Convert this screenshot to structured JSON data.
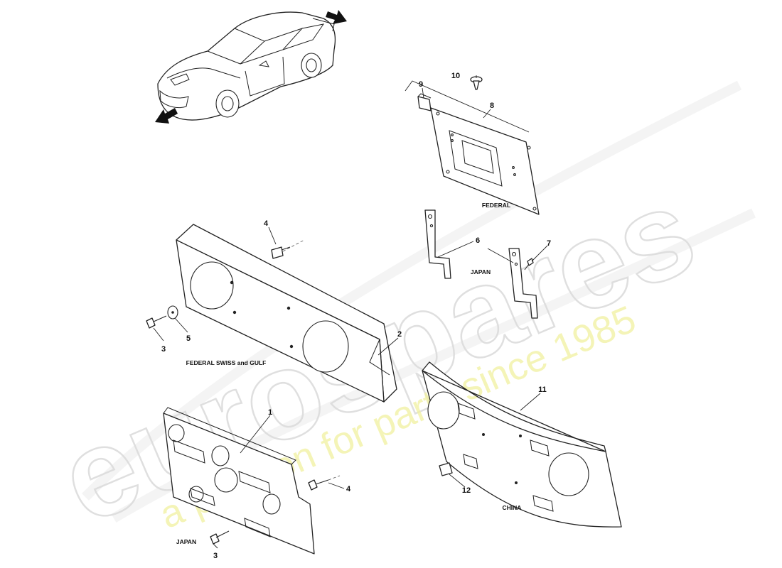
{
  "watermark": {
    "brand": "eurospares",
    "tagline": "a passion for parts since 1985"
  },
  "callouts": {
    "c1": "1",
    "c2": "2",
    "c3a": "3",
    "c3b": "3",
    "c4a": "4",
    "c4b": "4",
    "c5": "5",
    "c6": "6",
    "c7": "7",
    "c8": "8",
    "c9": "9",
    "c10": "10",
    "c11": "11",
    "c12": "12"
  },
  "region_labels": {
    "federal": "FEDERAL",
    "japan_brackets": "JAPAN",
    "federal_swiss_gulf": "FEDERAL SWISS and GULF",
    "japan_plinth": "JAPAN",
    "china": "CHINA"
  }
}
